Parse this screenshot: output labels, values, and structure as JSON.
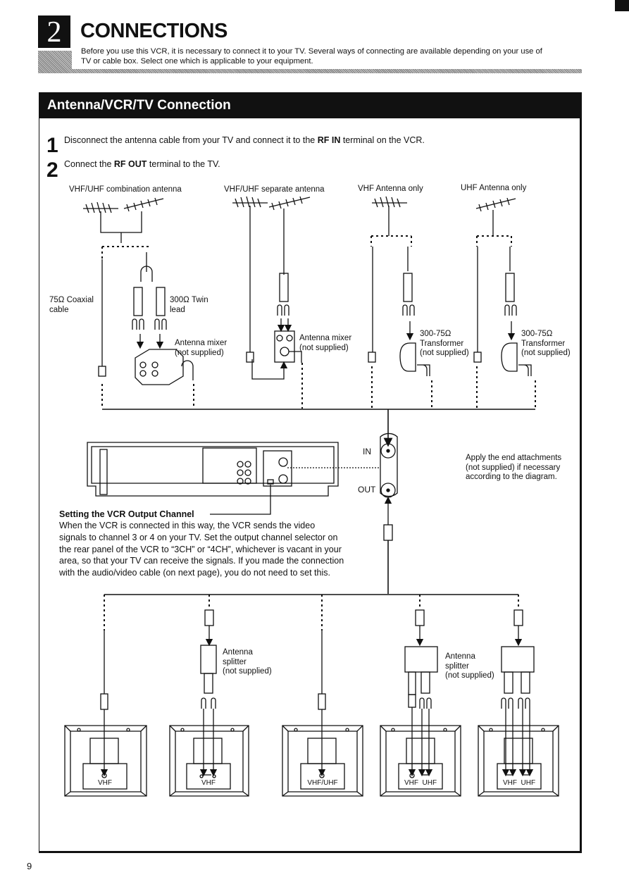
{
  "section": {
    "number": "2",
    "title": "CONNECTIONS",
    "intro_line1": "Before you use this VCR, it is necessary to connect it to your TV.  Several ways of connecting are available depending on your use of",
    "intro_line2": "TV or cable box.  Select one which is applicable to your equipment."
  },
  "panel": {
    "title": "Antenna/VCR/TV Connection"
  },
  "steps": [
    {
      "number": "1",
      "text_before": "Disconnect the antenna cable from your TV and connect it to the ",
      "bold": "RF IN",
      "text_after": " terminal on the VCR."
    },
    {
      "number": "2",
      "text_before": "Connect the ",
      "bold": "RF OUT",
      "text_after": " terminal to the TV."
    }
  ],
  "antenna_types": {
    "combination": "VHF/UHF combination antenna",
    "separate": "VHF/UHF separate antenna",
    "vhf_only": "VHF Antenna only",
    "uhf_only": "UHF Antenna only"
  },
  "labels": {
    "coaxial_line1": "75Ω Coaxial",
    "coaxial_line2": "cable",
    "twin_line1": "300Ω Twin",
    "twin_line2": "lead",
    "mixer1_line1": "Antenna mixer",
    "mixer1_line2": "(not supplied)",
    "mixer2_line1": "Antenna mixer",
    "mixer2_line2": "(not supplied)",
    "transformer1_line1": "300-75Ω",
    "transformer1_line2": "Transformer",
    "transformer1_line3": "(not supplied)",
    "transformer2_line1": "300-75Ω",
    "transformer2_line2": "Transformer",
    "transformer2_line3": "(not supplied)",
    "in": "IN",
    "out": "OUT",
    "end_note_line1": "Apply the end attachments",
    "end_note_line2": "(not supplied) if necessary",
    "end_note_line3": "according to the diagram.",
    "splitter1_line1": "Antenna",
    "splitter1_line2": "splitter",
    "splitter1_line3": "(not supplied)",
    "splitter2_line1": "Antenna",
    "splitter2_line2": "splitter",
    "splitter2_line3": "(not supplied)"
  },
  "setting": {
    "title": "Setting the VCR Output Channel",
    "line1": "When the VCR is connected in this way, the VCR sends the video",
    "line2": "signals to channel 3 or 4 on your TV.  Set the output channel selector on",
    "line3": "the rear panel of the VCR to “3CH” or “4CH”, whichever is vacant in your",
    "line4": "area, so that your TV can receive the signals. If you made the connection",
    "line5": "with the audio/video cable (on next page), you do not need to set this."
  },
  "tv_sets": [
    {
      "terminal": "VHF"
    },
    {
      "terminal": "VHF"
    },
    {
      "terminal": "VHF/UHF"
    },
    {
      "terminal": "VHF  UHF"
    },
    {
      "terminal": "VHF  UHF"
    }
  ],
  "page_number": "9"
}
